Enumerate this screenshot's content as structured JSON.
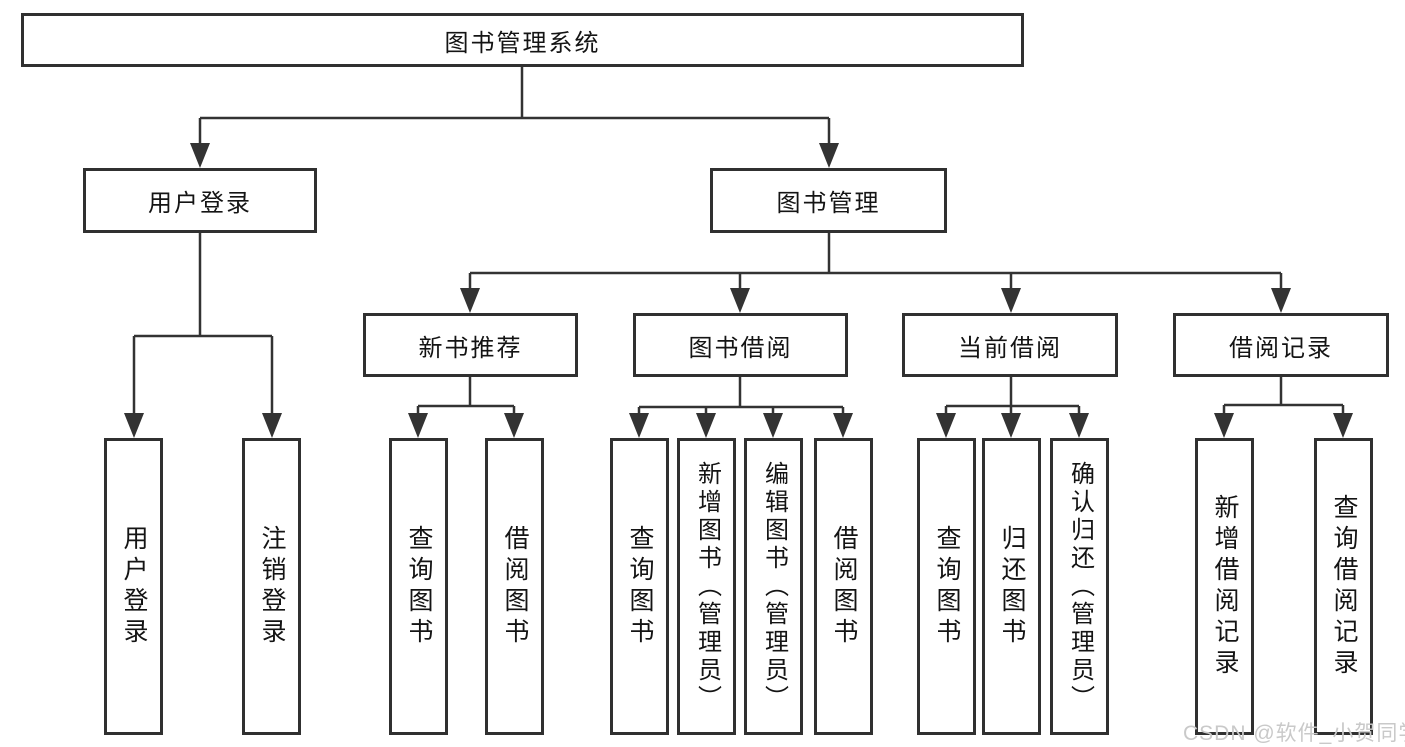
{
  "diagram_title": "图书管理系统",
  "colors": {
    "line": "#333333",
    "border": "#303030",
    "text": "#141414",
    "watermark": "#c9c9c9",
    "background": "#ffffff"
  },
  "tree": {
    "label": "图书管理系统",
    "children": [
      {
        "label": "用户登录",
        "children": [
          {
            "label": "用户登录"
          },
          {
            "label": "注销登录"
          }
        ]
      },
      {
        "label": "图书管理",
        "children": [
          {
            "label": "新书推荐",
            "children": [
              {
                "label": "查询图书"
              },
              {
                "label": "借阅图书"
              }
            ]
          },
          {
            "label": "图书借阅",
            "children": [
              {
                "label": "查询图书"
              },
              {
                "label": "新增图书（管理员）"
              },
              {
                "label": "编辑图书（管理员）"
              },
              {
                "label": "借阅图书"
              }
            ]
          },
          {
            "label": "当前借阅",
            "children": [
              {
                "label": "查询图书"
              },
              {
                "label": "归还图书"
              },
              {
                "label": "确认归还（管理员）"
              }
            ]
          },
          {
            "label": "借阅记录",
            "children": [
              {
                "label": "新增借阅记录"
              },
              {
                "label": "查询借阅记录"
              }
            ]
          }
        ]
      }
    ]
  },
  "watermark": "CSDN @软件_小贺同学"
}
